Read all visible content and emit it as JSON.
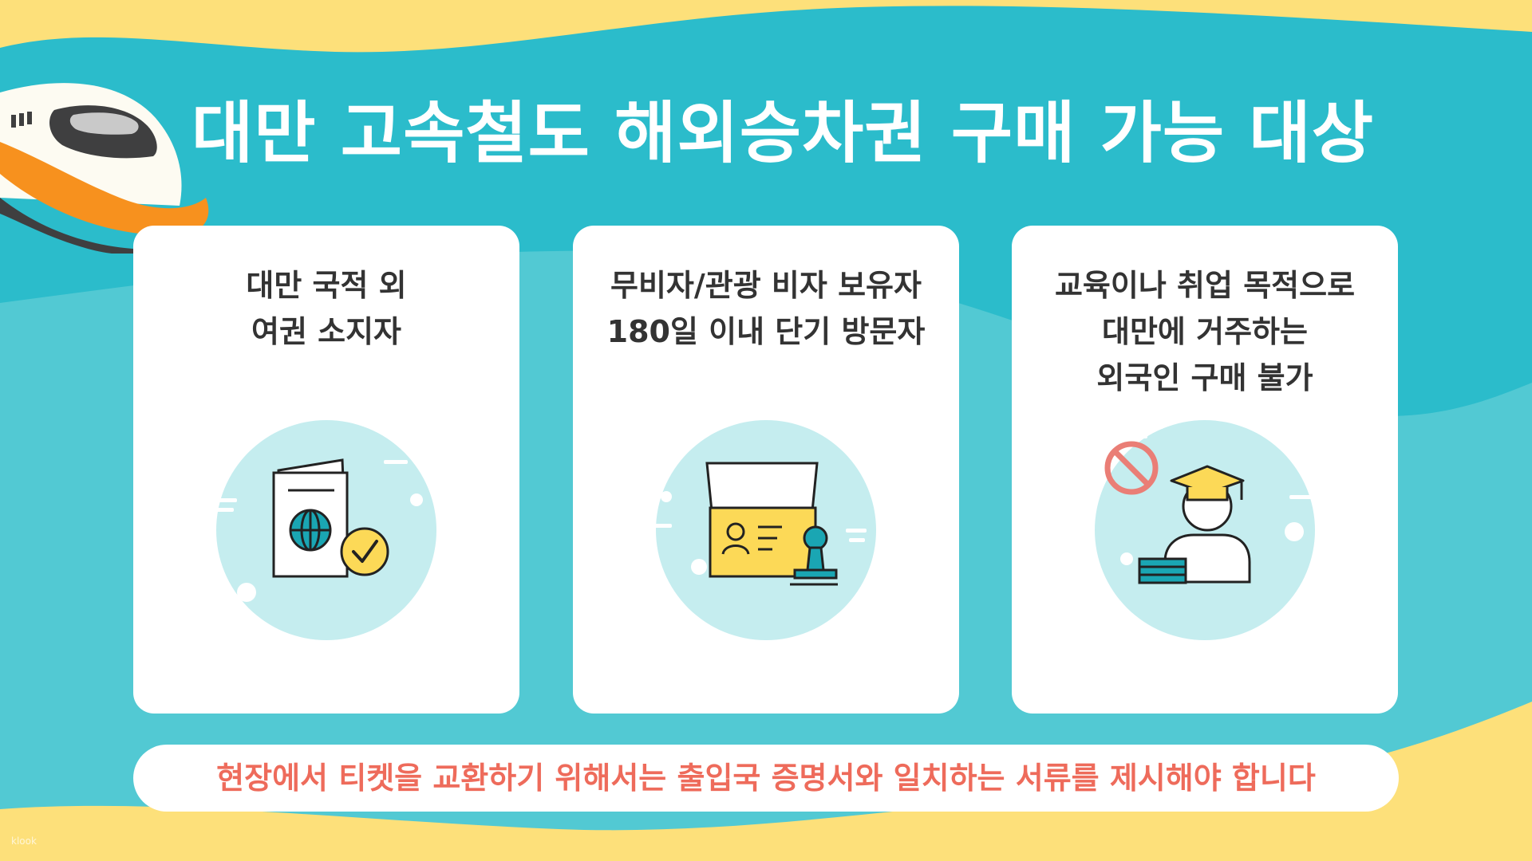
{
  "title": "대만 고속철도 해외승차권 구매 가능 대상",
  "cards": [
    {
      "lines": [
        "대만 국적 외",
        "여권 소지자"
      ],
      "icon": "passport-check-icon"
    },
    {
      "lines": [
        "무비자/관광 비자 보유자",
        "180일 이내 단기 방문자"
      ],
      "icon": "visa-stamp-icon"
    },
    {
      "lines": [
        "교육이나 취업 목적으로",
        "대만에 거주하는",
        "외국인 구매 불가"
      ],
      "icon": "student-prohibited-icon"
    }
  ],
  "notice": "현장에서 티켓을 교환하기 위해서는 출입국 증명서와 일치하는 서류를 제시해야 합니다",
  "watermark": "klook",
  "colors": {
    "teal": "#2bbccb",
    "teal_light": "#52c9d3",
    "yellow": "#fde07a",
    "illustration_circle": "#c5edef",
    "notice_text": "#ee6b5b",
    "accent_orange": "#f7911e",
    "icon_yellow": "#fcd957",
    "icon_teal": "#1aa6b3",
    "prohibited_red": "#ea7e76"
  }
}
